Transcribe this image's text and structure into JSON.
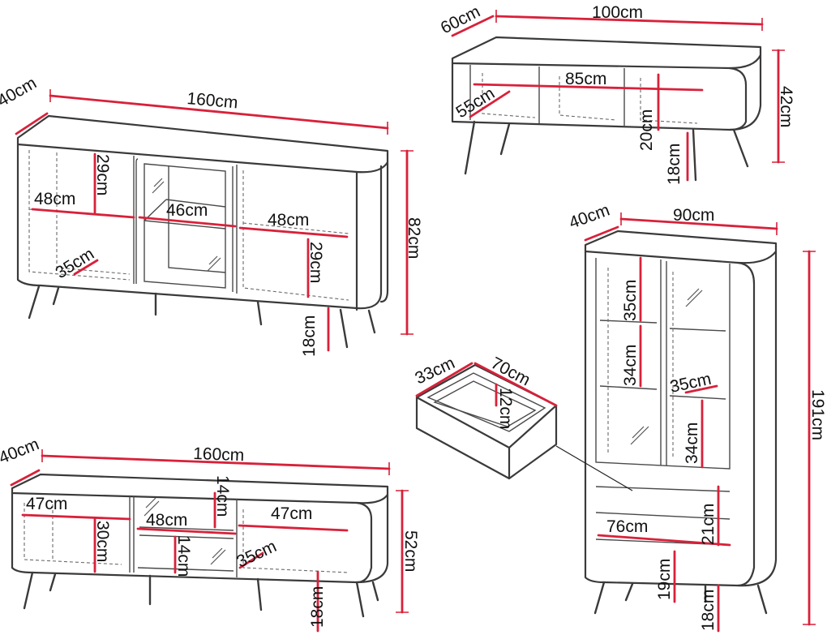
{
  "labels": {
    "sb1_depth": "40cm",
    "sb1_width": "160cm",
    "sb1_height": "82cm",
    "sb1_shelf_h": "29cm",
    "sb1_left_w": "48cm",
    "sb1_mid_w": "46cm",
    "sb1_right_w": "48cm",
    "sb1_inner_depth": "35cm",
    "sb1_lower_h": "29cm",
    "sb1_leg": "18cm",
    "tv_depth": "60cm",
    "tv_width": "100cm",
    "tv_inner_w": "85cm",
    "tv_inner_depth": "55cm",
    "tv_inner_h": "20cm",
    "tv_height": "42cm",
    "tv_leg": "18cm",
    "vit_depth": "40cm",
    "vit_width": "90cm",
    "vit_height": "191cm",
    "vit_shelf1": "35cm",
    "vit_shelf2": "34cm",
    "vit_inner_depth": "35cm",
    "vit_shelf3": "34cm",
    "vit_inner_w": "76cm",
    "vit_drawer_h": "21cm",
    "vit_bottom_h": "19cm",
    "vit_leg": "18cm",
    "dr_depth": "33cm",
    "dr_width": "70cm",
    "dr_height": "12cm",
    "tv2_depth": "40cm",
    "tv2_width": "160cm",
    "tv2_left_w": "47cm",
    "tv2_top_h": "14cm",
    "tv2_mid_w": "48cm",
    "tv2_right_w": "47cm",
    "tv2_left_h": "30cm",
    "tv2_mid_low_h": "14cm",
    "tv2_inner_depth": "35cm",
    "tv2_height": "52cm",
    "tv2_leg": "18cm"
  }
}
